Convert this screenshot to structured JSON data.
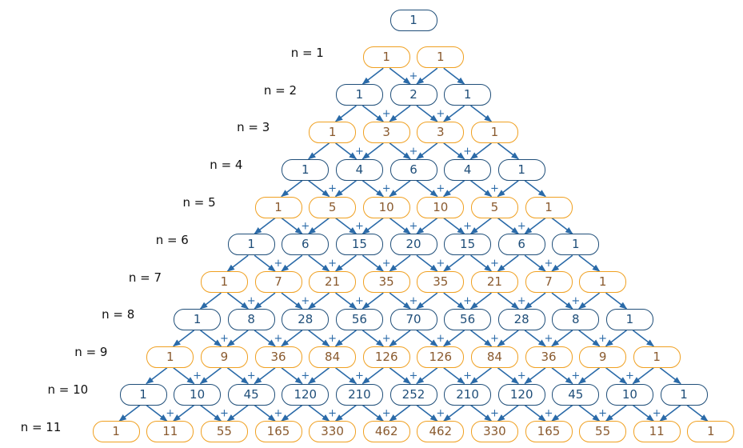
{
  "plus_symbol": "+",
  "colors": {
    "blue": "#1f4e79",
    "orange": "#f0a020",
    "orange_text": "#8a5a2e",
    "arrow": "#2a6aa8"
  },
  "rows": [
    {
      "label": "",
      "values": [
        "1"
      ]
    },
    {
      "label": "n = 1",
      "values": [
        "1",
        "1"
      ]
    },
    {
      "label": "n = 2",
      "values": [
        "1",
        "2",
        "1"
      ]
    },
    {
      "label": "n = 3",
      "values": [
        "1",
        "3",
        "3",
        "1"
      ]
    },
    {
      "label": "n = 4",
      "values": [
        "1",
        "4",
        "6",
        "4",
        "1"
      ]
    },
    {
      "label": "n = 5",
      "values": [
        "1",
        "5",
        "10",
        "10",
        "5",
        "1"
      ]
    },
    {
      "label": "n = 6",
      "values": [
        "1",
        "6",
        "15",
        "20",
        "15",
        "6",
        "1"
      ]
    },
    {
      "label": "n = 7",
      "values": [
        "1",
        "7",
        "21",
        "35",
        "35",
        "21",
        "7",
        "1"
      ]
    },
    {
      "label": "n = 8",
      "values": [
        "1",
        "8",
        "28",
        "56",
        "70",
        "56",
        "28",
        "8",
        "1"
      ]
    },
    {
      "label": "n = 9",
      "values": [
        "1",
        "9",
        "36",
        "84",
        "126",
        "126",
        "84",
        "36",
        "9",
        "1"
      ]
    },
    {
      "label": "n = 10",
      "values": [
        "1",
        "10",
        "45",
        "120",
        "210",
        "252",
        "210",
        "120",
        "45",
        "10",
        "1"
      ]
    },
    {
      "label": "n = 11",
      "values": [
        "1",
        "11",
        "55",
        "165",
        "330",
        "462",
        "462",
        "330",
        "165",
        "55",
        "11",
        "1"
      ]
    }
  ]
}
